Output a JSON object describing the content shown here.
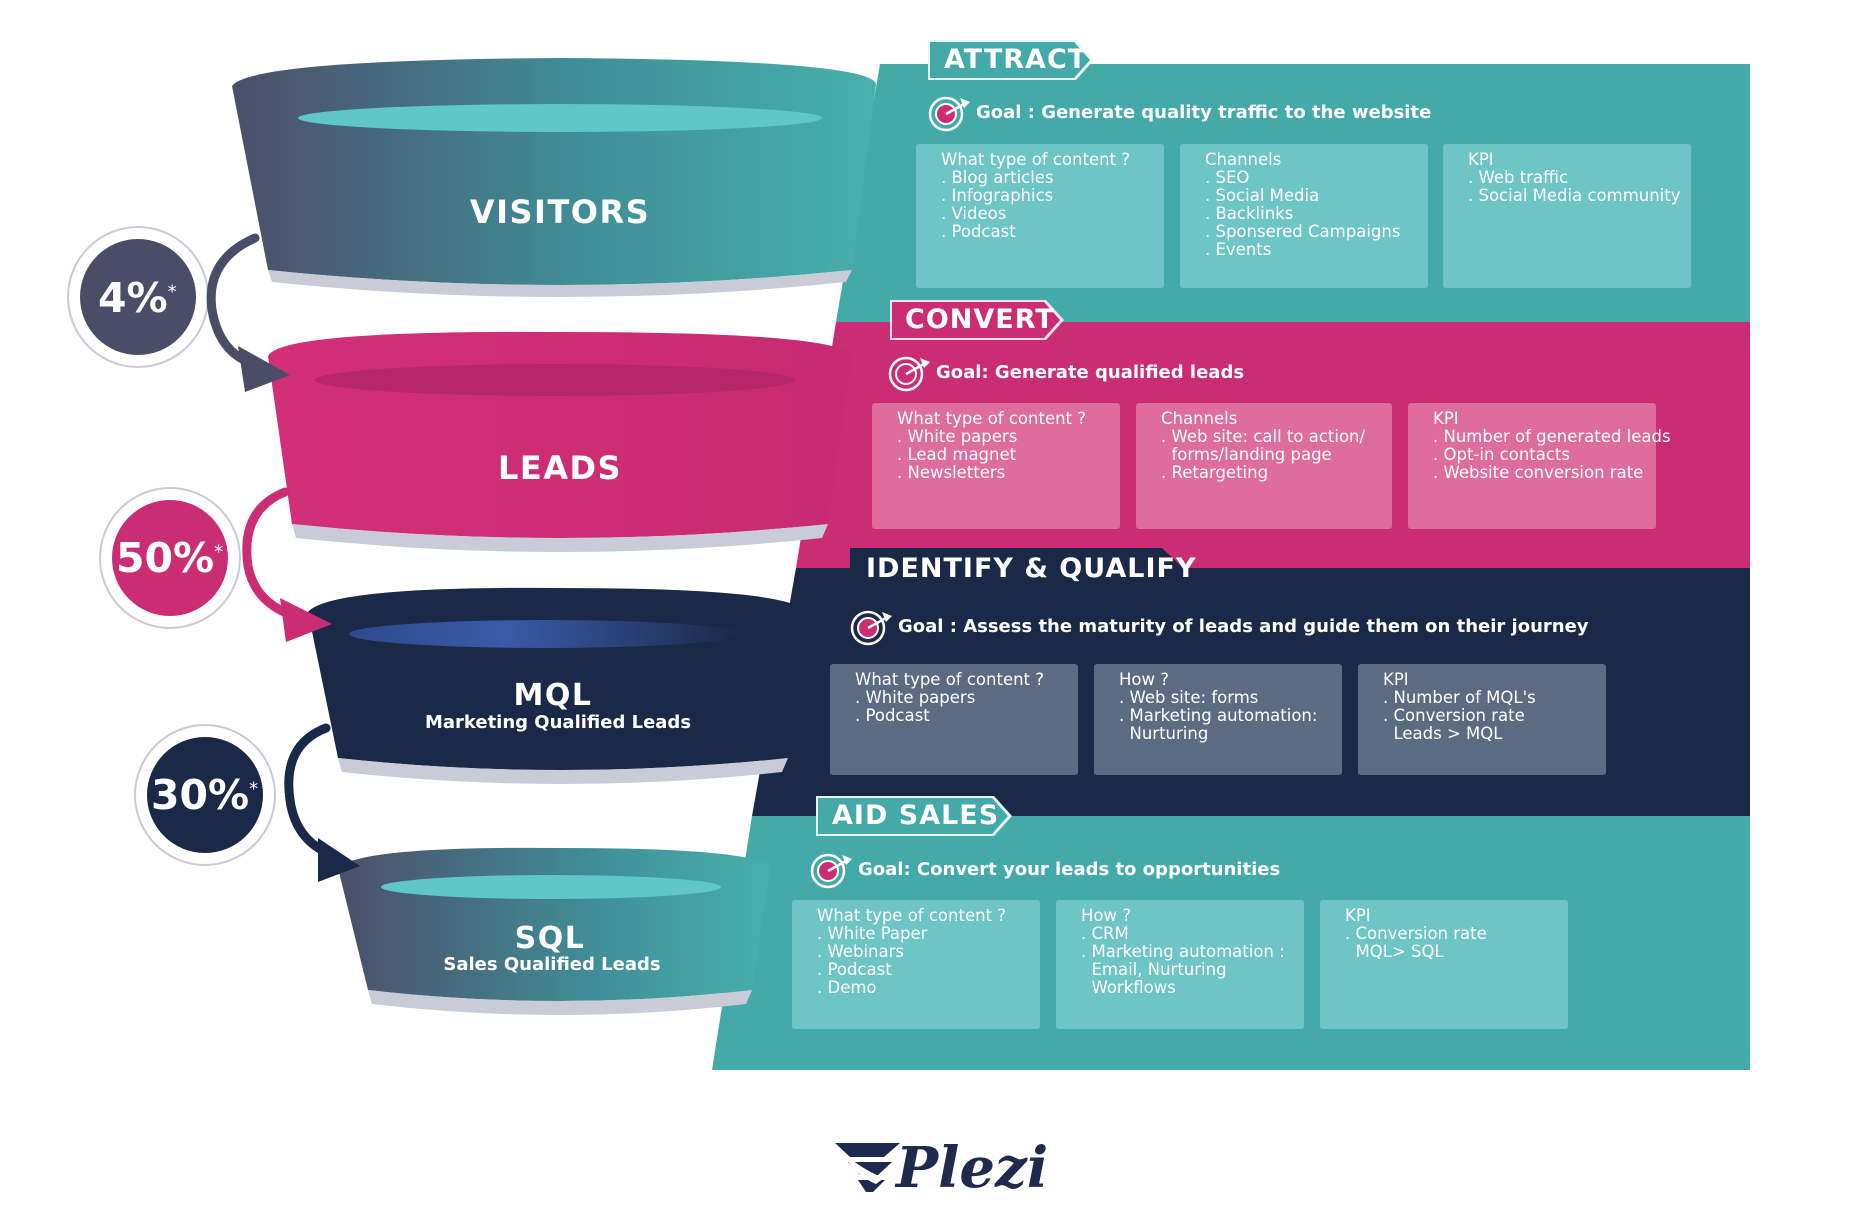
{
  "colors": {
    "teal": "#44aaa9",
    "teal_light": "#6ec5c6",
    "pink": "#cb2d74",
    "pink_light": "#de6c9d",
    "navy": "#1b2948",
    "navy_light": "#5b6b82",
    "slate": "#4a4d68"
  },
  "funnel": {
    "visitors": "VISITORS",
    "leads": "LEADS",
    "mql": "MQL",
    "mql_sub": "Marketing Qualified Leads",
    "sql": "SQL",
    "sql_sub": "Sales Qualified Leads"
  },
  "rates": [
    {
      "value": "4%",
      "mark": "*"
    },
    {
      "value": "50%",
      "mark": "*"
    },
    {
      "value": "30%",
      "mark": "*"
    }
  ],
  "sections": {
    "attract": {
      "title": "ATTRACT",
      "goal": "Goal : Generate quality traffic to the website",
      "boxes": [
        {
          "head": "What type of content ?",
          "items": [
            ". Blog articles",
            ". Infographics",
            ". Videos",
            ". Podcast"
          ]
        },
        {
          "head": "Channels",
          "items": [
            ". SEO",
            ". Social Media",
            ". Backlinks",
            ". Sponsered Campaigns",
            ". Events"
          ]
        },
        {
          "head": "KPI",
          "items": [
            ". Web traffic",
            ". Social Media community"
          ]
        }
      ]
    },
    "convert": {
      "title": "CONVERT",
      "goal": "Goal: Generate qualified leads",
      "boxes": [
        {
          "head": "What type of content ?",
          "items": [
            ". White papers",
            ". Lead magnet",
            ". Newsletters"
          ]
        },
        {
          "head": "Channels",
          "items": [
            ". Web site: call to action/",
            "  forms/landing page",
            ". Retargeting"
          ]
        },
        {
          "head": "KPI",
          "items": [
            ". Number of generated leads",
            ". Opt-in contacts",
            ". Website conversion rate"
          ]
        }
      ]
    },
    "identify": {
      "title": "IDENTIFY & QUALIFY",
      "goal": "Goal : Assess the maturity of leads and guide them on their journey",
      "boxes": [
        {
          "head": "What type of content ?",
          "items": [
            ". White papers",
            ". Podcast"
          ]
        },
        {
          "head": "How ?",
          "items": [
            ". Web site: forms",
            ". Marketing automation:",
            "  Nurturing"
          ]
        },
        {
          "head": "KPI",
          "items": [
            ". Number of MQL's",
            ". Conversion rate",
            "  Leads > MQL"
          ]
        }
      ]
    },
    "aid_sales": {
      "title": "AID SALES",
      "goal": "Goal: Convert your leads to opportunities",
      "boxes": [
        {
          "head": "What type of content ?",
          "items": [
            ". White Paper",
            ". Webinars",
            ". Podcast",
            ". Demo"
          ]
        },
        {
          "head": "How ?",
          "items": [
            ". CRM",
            ". Marketing automation :",
            "  Email, Nurturing",
            "  Workflows"
          ]
        },
        {
          "head": "KPI",
          "items": [
            ". Conversion rate",
            "  MQL> SQL"
          ]
        }
      ]
    }
  },
  "logo": {
    "text": "Plezi",
    "icon": "plezi-wing-icon"
  }
}
